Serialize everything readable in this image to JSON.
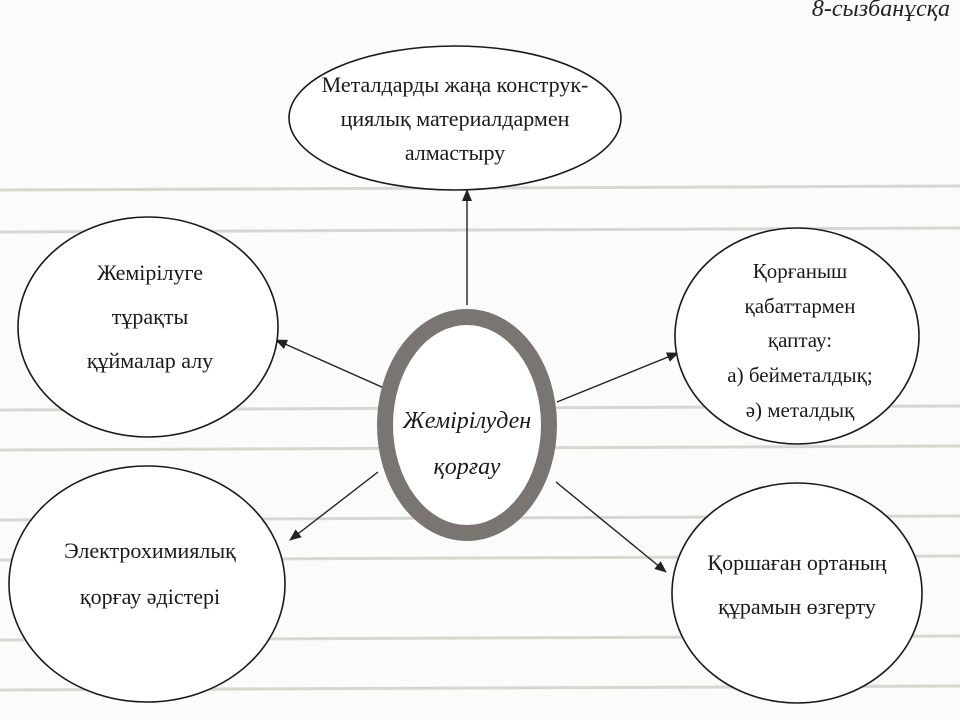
{
  "caption": "8-сызбанұсқа",
  "center_node": {
    "lines": [
      "Жемірілуден",
      "қорғау"
    ]
  },
  "nodes": {
    "top": {
      "lines": [
        "Металдарды жаңа конструк-",
        "циялық материалдармен",
        "алмастыру"
      ]
    },
    "left_upper": {
      "lines": [
        "Жемірілуге",
        "тұрақты",
        "құймалар алу"
      ]
    },
    "right_upper": {
      "lines": [
        "Қорғаныш",
        "қабаттармен",
        "қаптау:",
        "а) бейметалдық;",
        "ә) металдық"
      ]
    },
    "left_lower": {
      "lines": [
        "Электрохимиялық",
        "қорғау әдістері"
      ]
    },
    "right_lower": {
      "lines": [
        "Қоршаған ортаның",
        "құрамын өзгерту"
      ]
    }
  },
  "colors": {
    "ring": "#7a7571",
    "outline": "#1a1a1a",
    "background": "#fbfbf9"
  }
}
